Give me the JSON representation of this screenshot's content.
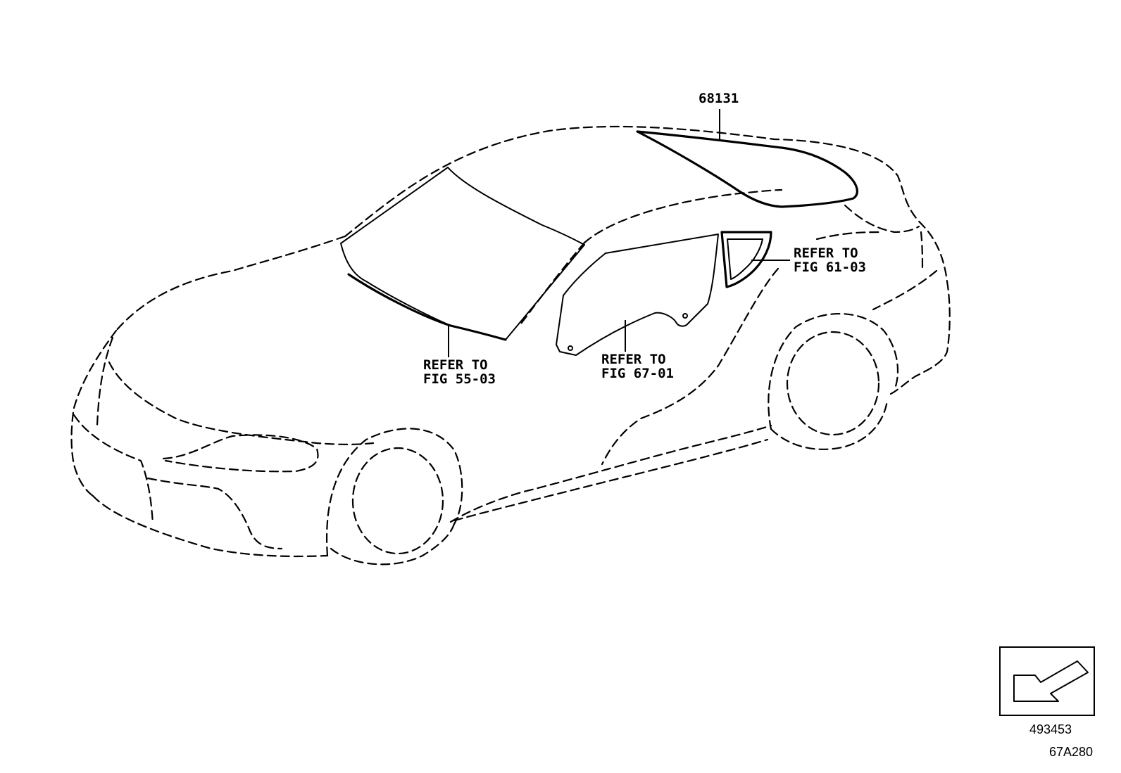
{
  "part_number": "68131",
  "callouts": {
    "windshield": [
      "REFER TO",
      "FIG 55-03"
    ],
    "door_glass": [
      "REFER TO",
      "FIG 67-01"
    ],
    "quarter_glass": [
      "REFER TO",
      "FIG 61-03"
    ]
  },
  "orientation_box": {
    "code": "493453",
    "icon": "front-direction-arrow-icon"
  },
  "figure_code": "67A280"
}
